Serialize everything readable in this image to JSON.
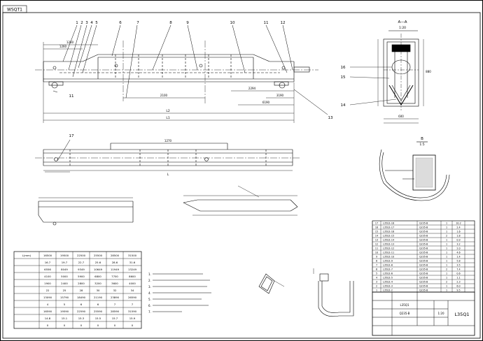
{
  "sheet": {
    "code_tab": "WSQT1",
    "drawing_code": "L35Q1",
    "part_numbers_top": [
      "1",
      "2",
      "3",
      "4",
      "5",
      "6",
      "7",
      "8",
      "9",
      "10",
      "11",
      "12",
      "13",
      "14",
      "15",
      "16",
      "17"
    ],
    "section_label": "A—A",
    "section_scale": "1:20",
    "detail_label": "B",
    "detail_scale": "1:5"
  },
  "dimensions": {
    "total_length": "L1",
    "half_span": "L2",
    "bottom_span": "L",
    "left_end": "1260",
    "side_gap": "1260",
    "center_gap": "2100",
    "right_a": "2294",
    "right_b": "3190",
    "right_c": "6190",
    "beam_top": "1270",
    "section_width": "600",
    "section_height": "880"
  },
  "spec_table": {
    "rows": [
      [
        "L(mm)",
        "16500",
        "19500",
        "22500",
        "25500",
        "28500",
        "31500"
      ],
      [
        "",
        "16.7",
        "19.7",
        "22.7",
        "25.6",
        "28.6",
        "31.6"
      ],
      [
        "",
        "6556",
        "8049",
        "9349",
        "10649",
        "11949",
        "13249"
      ],
      [
        "",
        "4100",
        "5000",
        "5900",
        "6800",
        "7700",
        "8600"
      ],
      [
        "",
        "1900",
        "2400",
        "2800",
        "3200",
        "3600",
        "4000"
      ],
      [
        "",
        "22",
        "25",
        "28",
        "30",
        "32",
        "34"
      ],
      [
        "",
        "13090",
        "15790",
        "18490",
        "21190",
        "23890",
        "26590"
      ],
      [
        "",
        "4",
        "5",
        "6",
        "6",
        "7",
        "7"
      ],
      [
        "",
        "16590",
        "19590",
        "22590",
        "25590",
        "28590",
        "31590"
      ],
      [
        "",
        "14.8",
        "15.1",
        "15.3",
        "15.5",
        "15.7",
        "15.9"
      ],
      [
        "",
        "0",
        "0",
        "0",
        "0",
        "0",
        "0"
      ]
    ]
  },
  "notes": {
    "lines": [
      "1.",
      "2.",
      "3.",
      "4.",
      "5.",
      "6.",
      "7."
    ]
  },
  "bom": {
    "rows": [
      [
        "17",
        "L35Q1-18",
        "Q235-B",
        "1",
        "10.2"
      ],
      [
        "16",
        "L35Q1-17",
        "Q235-B",
        "1",
        "2.4"
      ],
      [
        "15",
        "L35Q1-16",
        "Q235-B",
        "1",
        "1.6"
      ],
      [
        "14",
        "L35Q1-15",
        "Q235-B",
        "2",
        "1.8"
      ],
      [
        "13",
        "L35Q1-14",
        "Q235-B",
        "1",
        "0.9"
      ],
      [
        "12",
        "L35Q1-13",
        "Q235-B",
        "1",
        "3.2"
      ],
      [
        "11",
        "L35Q1-12",
        "Q235-B",
        "1",
        "2.0"
      ],
      [
        "10",
        "L35Q1-11",
        "Q235-B",
        "1",
        "4.6"
      ],
      [
        "9",
        "L35Q1-10",
        "Q235-B",
        "1",
        "1.4"
      ],
      [
        "8",
        "L35Q1-9",
        "Q235-B",
        "1",
        "5.8"
      ],
      [
        "7",
        "L35Q1-8",
        "Q235-B",
        "1",
        "3.5"
      ],
      [
        "6",
        "L35Q1-7",
        "Q235-B",
        "2",
        "7.4"
      ],
      [
        "5",
        "L35Q1-6",
        "Q235-B",
        "1",
        "0.6"
      ],
      [
        "4",
        "L35Q1-5",
        "Q235-B",
        "1",
        "1.1"
      ],
      [
        "3",
        "L35Q1-4",
        "Q235-B",
        "2",
        "2.3"
      ],
      [
        "2",
        "L35Q1-3",
        "Q235-B",
        "1",
        "6.0"
      ],
      [
        "1",
        "L35Q1-2",
        "Q235-B",
        "1",
        "9.5"
      ]
    ]
  },
  "title_block": {
    "drawing_no": "L35Q1",
    "material": "Q235-B",
    "scale": "1:20"
  }
}
